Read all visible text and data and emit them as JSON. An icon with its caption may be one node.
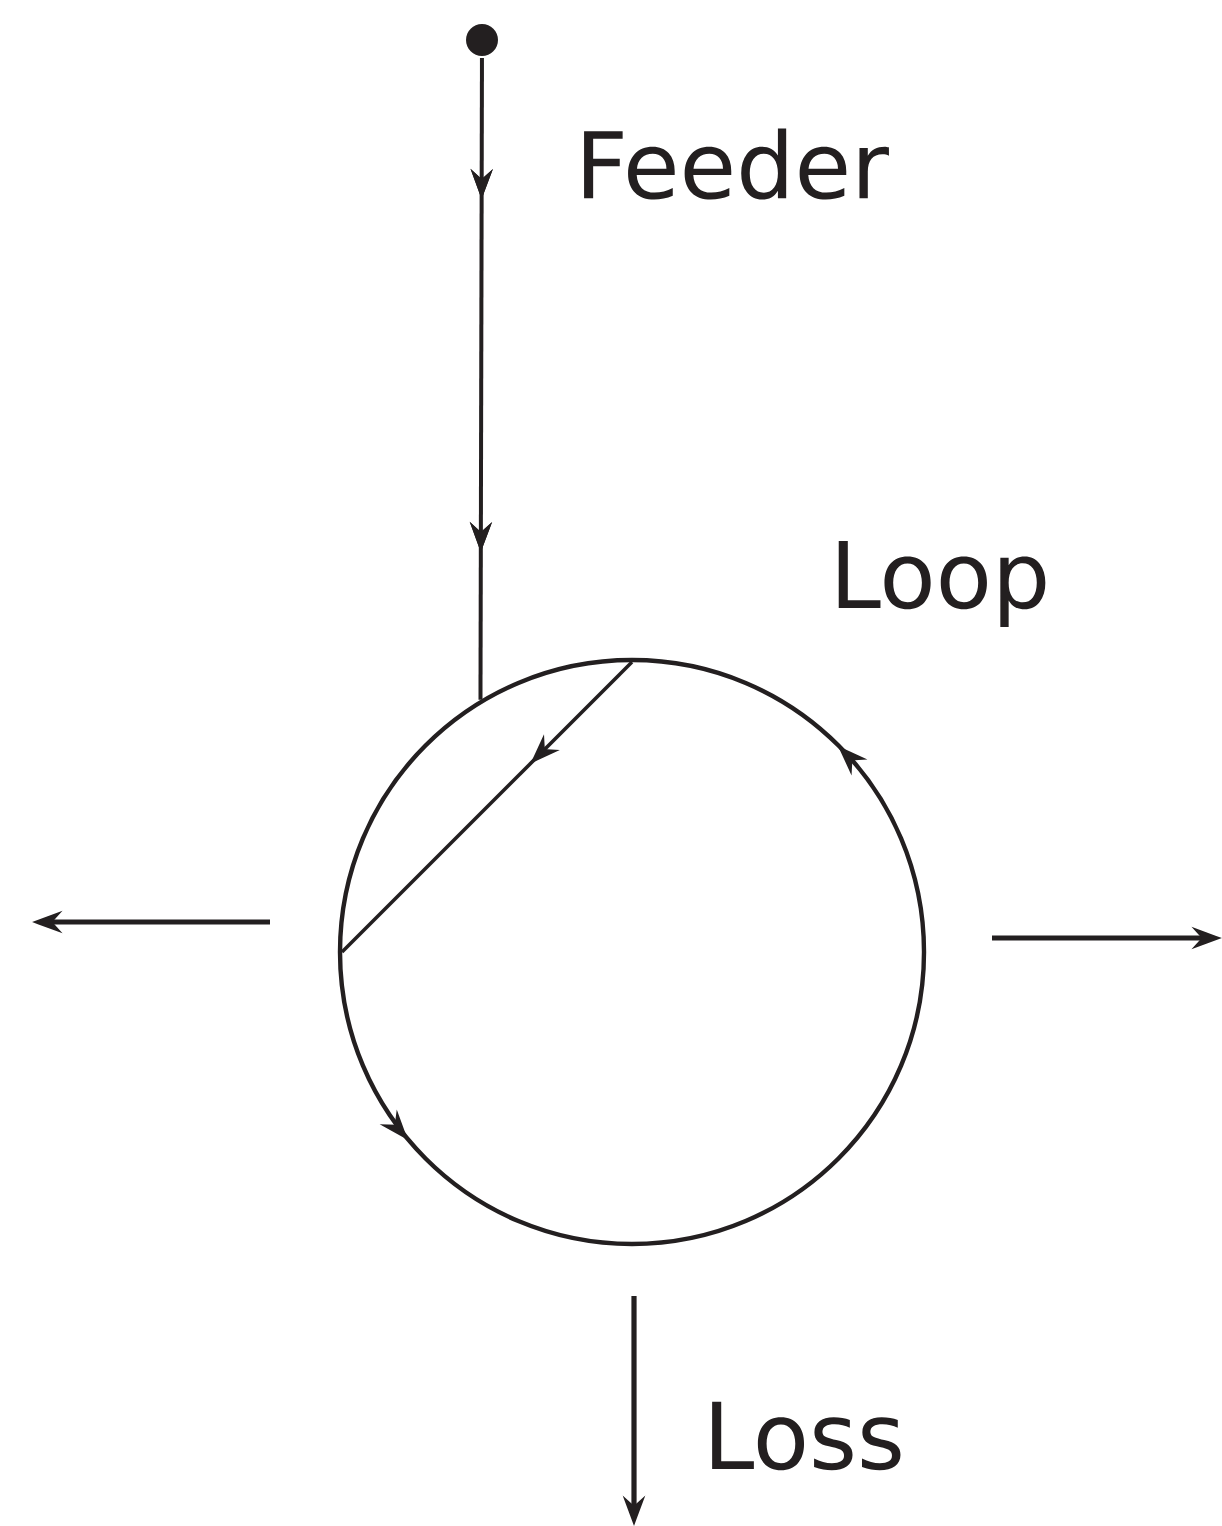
{
  "diagram": {
    "nodes": [
      {
        "text": [],
        "shape": "circle"
      },
      {
        "text": [
          "Loop"
        ]
      }
    ],
    "edges": [
      {
        "from": 0,
        "to": 1,
        "arrow": "to",
        "label": "Feeder"
      }
    ],
    "labels": [
      "Loss"
    ]
  }
}
